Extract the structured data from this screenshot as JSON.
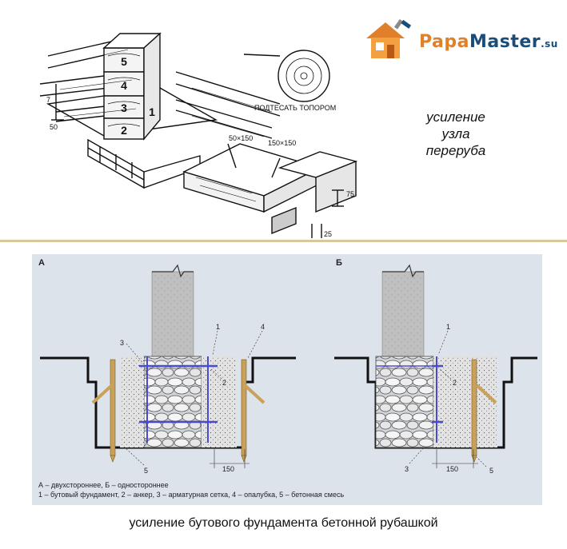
{
  "logo": {
    "brand_a": "Papa",
    "brand_b": "Master",
    "domain": ".su"
  },
  "top_drawing": {
    "log_numbers": [
      "5",
      "4",
      "3",
      "2",
      "1"
    ],
    "dim_50": "50",
    "dim_7": "7",
    "callout": "ПОДТЕСАТЬ ТОПОРОМ",
    "size_small": "50×150",
    "size_big": "150×150",
    "dim_75": "75",
    "dim_25": "25"
  },
  "top_caption": [
    "усиление",
    "узла",
    "переруба"
  ],
  "panel": {
    "label_a": "А",
    "label_b": "Б",
    "a_callouts": [
      "1",
      "2",
      "3",
      "4",
      "5"
    ],
    "a_dim": "150",
    "b_callouts": [
      "1",
      "2",
      "3",
      "5"
    ],
    "b_dim": "150",
    "legend_line1": "А – двухстороннее, Б – одностороннее",
    "legend_line2": "1 – бутовый фундамент, 2 – анкер, 3 – арматурная сетка, 4 – опалубка, 5 – бетонная смесь"
  },
  "bottom_caption": "усиление бутового фундамента бетонной рубашкой",
  "colors": {
    "brand_orange": "#e0802a",
    "brand_blue": "#1a4d7a",
    "panel_bg": "#dde3ea",
    "formwork": "#c9a15a",
    "mesh": "#4a4ad0"
  }
}
